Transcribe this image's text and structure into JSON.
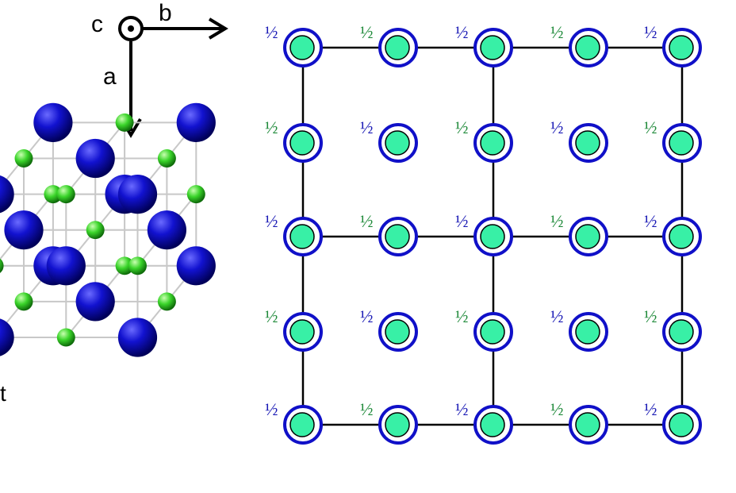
{
  "axes": {
    "c_label": "c",
    "b_label": "b",
    "a_label": "a"
  },
  "corner_label": "t",
  "fraction_text": "½",
  "colors": {
    "blue_atom": "#1010c8",
    "green_atom": "#38f0a6",
    "green_sphere": "#3ad42a",
    "blue_fraction": "#1a1ab5",
    "green_fraction": "#1f8a3a",
    "grid_line": "#000000"
  },
  "grid": {
    "rows": [
      [
        "both",
        "both",
        "both",
        "both",
        "both"
      ],
      [
        "both",
        "both",
        "both",
        "both",
        "both"
      ],
      [
        "both",
        "both",
        "both",
        "both",
        "both"
      ],
      [
        "both",
        "both",
        "both",
        "both",
        "both"
      ],
      [
        "both",
        "both",
        "both",
        "both",
        "both"
      ]
    ],
    "fraction_labels": [
      [
        "blue",
        "green",
        "blue",
        "green",
        "blue"
      ],
      [
        "green",
        "blue",
        "green",
        "blue",
        "green"
      ],
      [
        "blue",
        "green",
        "blue",
        "green",
        "blue"
      ],
      [
        "green",
        "blue",
        "green",
        "blue",
        "green"
      ],
      [
        "blue",
        "green",
        "blue",
        "green",
        "blue"
      ]
    ]
  }
}
